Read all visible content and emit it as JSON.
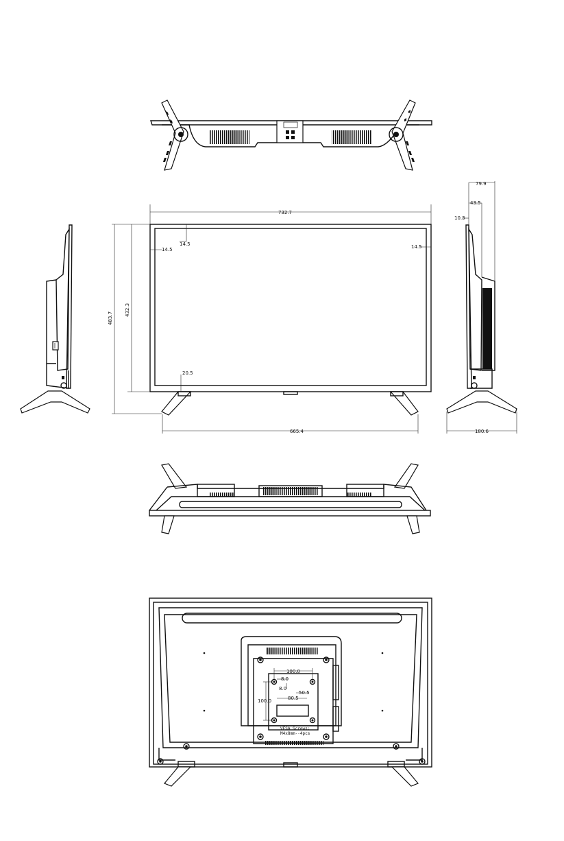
{
  "dimensions": {
    "overall_width": "732.7",
    "bezel_top": "14.5",
    "bezel_left": "14.5",
    "bezel_right": "14.5",
    "bezel_bottom": "20.5",
    "overall_height": "483.7",
    "panel_height": "432.3",
    "stand_span": "665.4",
    "side_depth_max": "79.9",
    "side_depth_body": "43.5",
    "side_depth_panel": "10.3",
    "stand_depth": "180.6"
  },
  "vesa": {
    "horizontal": "100.0",
    "vertical": "100.0",
    "hole_dia_1": "8.0",
    "hole_dia_2": "8.0",
    "offset_h": "80.5",
    "offset_v": "50.5",
    "screws_title": "VESA Screws:",
    "screws_spec": "M4x8mm--4pcs"
  }
}
